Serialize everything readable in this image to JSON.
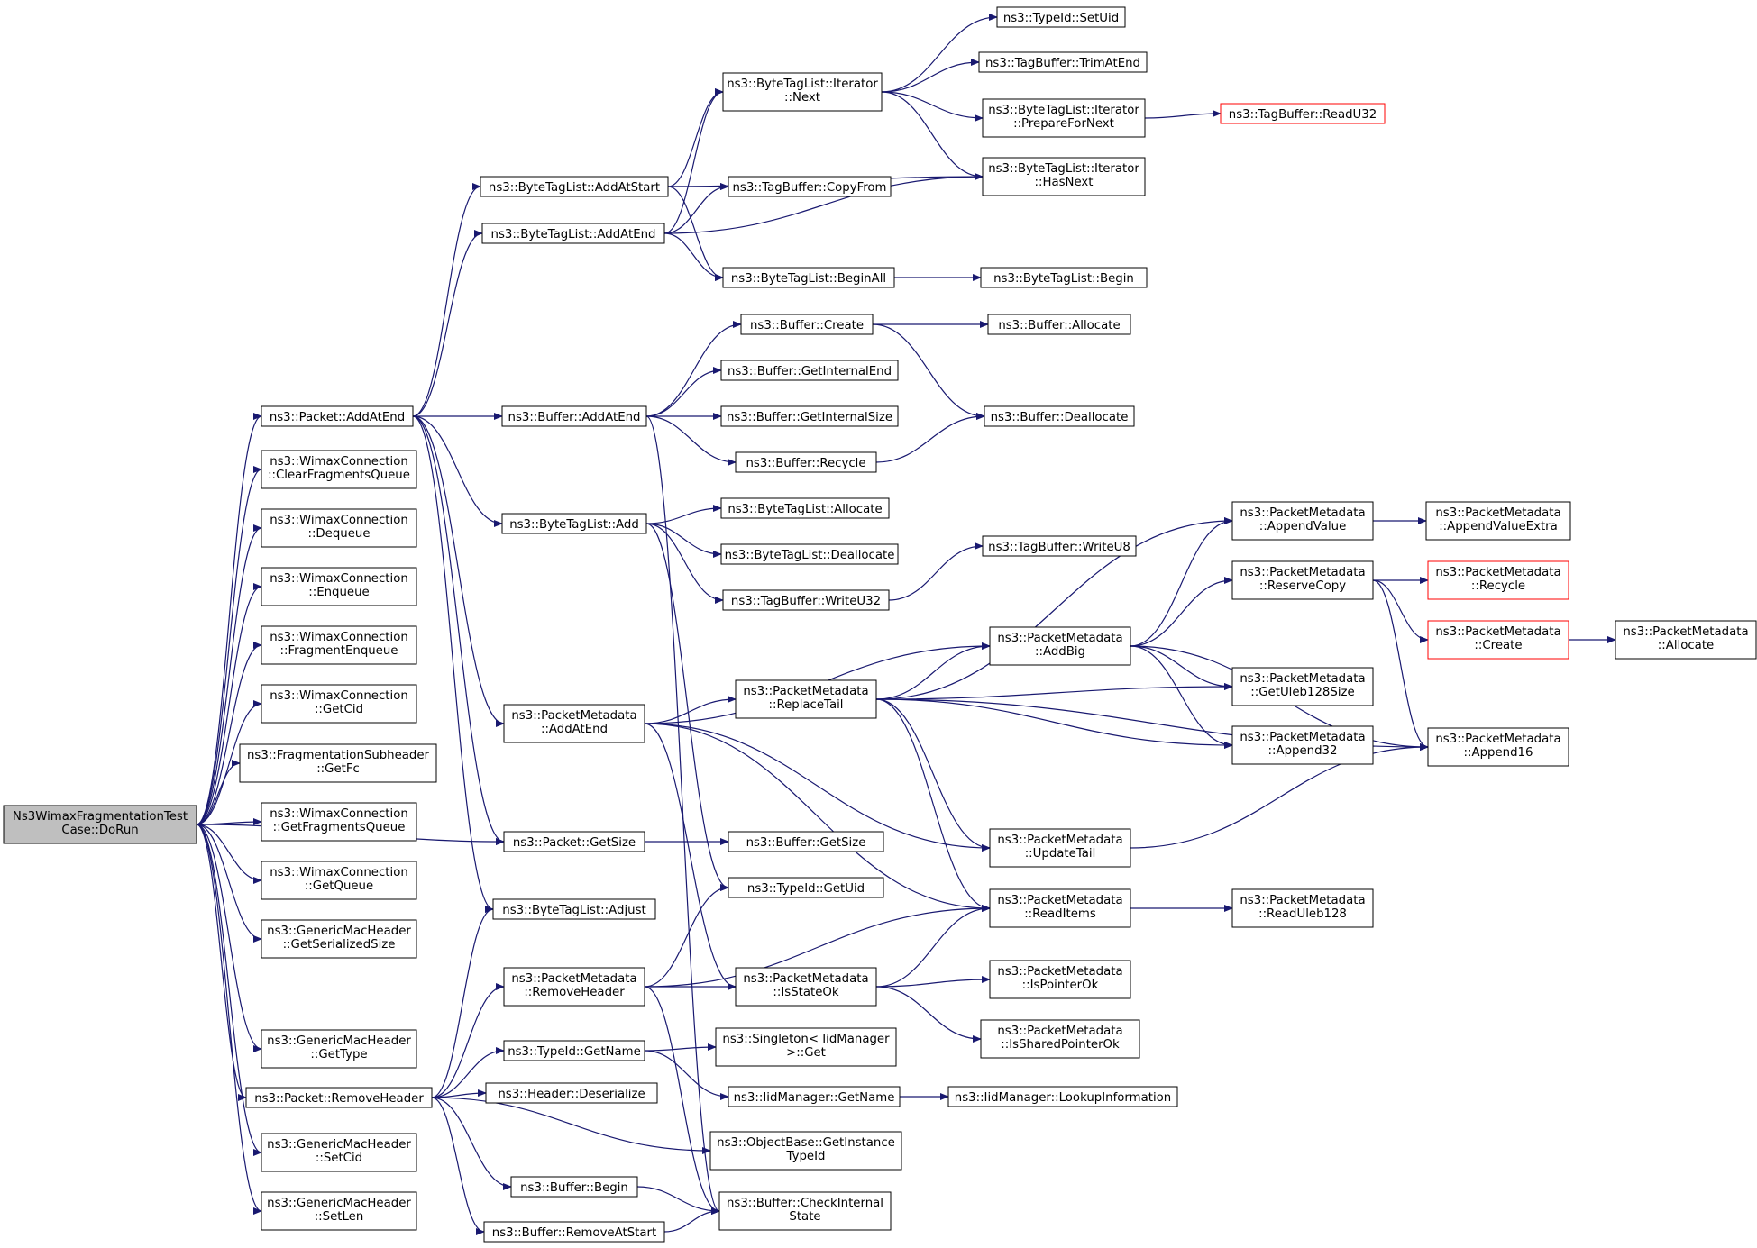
{
  "colors": {
    "edge": "#191970",
    "node_border": "#000000",
    "node_fill": "#ffffff",
    "root_fill": "#bfbfbf",
    "truncated_border": "#ff0000"
  },
  "nodes": [
    {
      "id": "root",
      "lines": [
        "Ns3WimaxFragmentationTest",
        "Case::DoRun"
      ],
      "root": true
    },
    {
      "id": "pkt_addatend",
      "lines": [
        "ns3::Packet::AddAtEnd"
      ]
    },
    {
      "id": "wc_clearfrag",
      "lines": [
        "ns3::WimaxConnection",
        "::ClearFragmentsQueue"
      ]
    },
    {
      "id": "wc_dequeue",
      "lines": [
        "ns3::WimaxConnection",
        "::Dequeue"
      ]
    },
    {
      "id": "wc_enqueue",
      "lines": [
        "ns3::WimaxConnection",
        "::Enqueue"
      ]
    },
    {
      "id": "wc_fragenqueue",
      "lines": [
        "ns3::WimaxConnection",
        "::FragmentEnqueue"
      ]
    },
    {
      "id": "wc_getcid",
      "lines": [
        "ns3::WimaxConnection",
        "::GetCid"
      ]
    },
    {
      "id": "fsh_getfc",
      "lines": [
        "ns3::FragmentationSubheader",
        "::GetFc"
      ]
    },
    {
      "id": "wc_getfragq",
      "lines": [
        "ns3::WimaxConnection",
        "::GetFragmentsQueue"
      ]
    },
    {
      "id": "wc_getqueue",
      "lines": [
        "ns3::WimaxConnection",
        "::GetQueue"
      ]
    },
    {
      "id": "gmh_getsersize",
      "lines": [
        "ns3::GenericMacHeader",
        "::GetSerializedSize"
      ]
    },
    {
      "id": "gmh_gettype",
      "lines": [
        "ns3::GenericMacHeader",
        "::GetType"
      ]
    },
    {
      "id": "pkt_removeheader",
      "lines": [
        "ns3::Packet::RemoveHeader"
      ]
    },
    {
      "id": "gmh_setcid",
      "lines": [
        "ns3::GenericMacHeader",
        "::SetCid"
      ]
    },
    {
      "id": "gmh_setlen",
      "lines": [
        "ns3::GenericMacHeader",
        "::SetLen"
      ]
    },
    {
      "id": "btl_addatstart",
      "lines": [
        "ns3::ByteTagList::AddAtStart"
      ]
    },
    {
      "id": "btl_addatend",
      "lines": [
        "ns3::ByteTagList::AddAtEnd"
      ]
    },
    {
      "id": "buf_addatend",
      "lines": [
        "ns3::Buffer::AddAtEnd"
      ]
    },
    {
      "id": "btl_add",
      "lines": [
        "ns3::ByteTagList::Add"
      ]
    },
    {
      "id": "pm_addatend",
      "lines": [
        "ns3::PacketMetadata",
        "::AddAtEnd"
      ]
    },
    {
      "id": "pkt_getsize",
      "lines": [
        "ns3::Packet::GetSize"
      ]
    },
    {
      "id": "btl_adjust",
      "lines": [
        "ns3::ByteTagList::Adjust"
      ]
    },
    {
      "id": "pm_removeheader",
      "lines": [
        "ns3::PacketMetadata",
        "::RemoveHeader"
      ]
    },
    {
      "id": "tid_getname",
      "lines": [
        "ns3::TypeId::GetName"
      ]
    },
    {
      "id": "hdr_deserialize",
      "lines": [
        "ns3::Header::Deserialize"
      ]
    },
    {
      "id": "buf_begin",
      "lines": [
        "ns3::Buffer::Begin"
      ]
    },
    {
      "id": "buf_removeatstart",
      "lines": [
        "ns3::Buffer::RemoveAtStart"
      ]
    },
    {
      "id": "btli_next",
      "lines": [
        "ns3::ByteTagList::Iterator",
        "::Next"
      ]
    },
    {
      "id": "tb_copyfrom",
      "lines": [
        "ns3::TagBuffer::CopyFrom"
      ]
    },
    {
      "id": "btl_beginall",
      "lines": [
        "ns3::ByteTagList::BeginAll"
      ]
    },
    {
      "id": "buf_create",
      "lines": [
        "ns3::Buffer::Create"
      ]
    },
    {
      "id": "buf_getinternalend",
      "lines": [
        "ns3::Buffer::GetInternalEnd"
      ]
    },
    {
      "id": "buf_getinternalsize",
      "lines": [
        "ns3::Buffer::GetInternalSize"
      ]
    },
    {
      "id": "buf_recycle",
      "lines": [
        "ns3::Buffer::Recycle"
      ]
    },
    {
      "id": "btl_allocate",
      "lines": [
        "ns3::ByteTagList::Allocate"
      ]
    },
    {
      "id": "btl_deallocate",
      "lines": [
        "ns3::ByteTagList::Deallocate"
      ]
    },
    {
      "id": "tb_writeu32",
      "lines": [
        "ns3::TagBuffer::WriteU32"
      ]
    },
    {
      "id": "pm_replacetail",
      "lines": [
        "ns3::PacketMetadata",
        "::ReplaceTail"
      ]
    },
    {
      "id": "buf_getsize",
      "lines": [
        "ns3::Buffer::GetSize"
      ]
    },
    {
      "id": "tid_getuid",
      "lines": [
        "ns3::TypeId::GetUid"
      ]
    },
    {
      "id": "pm_isstateok",
      "lines": [
        "ns3::PacketMetadata",
        "::IsStateOk"
      ]
    },
    {
      "id": "singleton_get",
      "lines": [
        "ns3::Singleton< IidManager",
        " >::Get"
      ]
    },
    {
      "id": "iid_getname",
      "lines": [
        "ns3::IidManager::GetName"
      ]
    },
    {
      "id": "ob_getinstancetypeid",
      "lines": [
        "ns3::ObjectBase::GetInstance",
        "TypeId"
      ]
    },
    {
      "id": "buf_checkinternalstate",
      "lines": [
        "ns3::Buffer::CheckInternal",
        "State"
      ]
    },
    {
      "id": "tid_setuid",
      "lines": [
        "ns3::TypeId::SetUid"
      ]
    },
    {
      "id": "tb_trimatend",
      "lines": [
        "ns3::TagBuffer::TrimAtEnd"
      ]
    },
    {
      "id": "btli_prepfornext",
      "lines": [
        "ns3::ByteTagList::Iterator",
        "::PrepareForNext"
      ]
    },
    {
      "id": "btli_hasnext",
      "lines": [
        "ns3::ByteTagList::Iterator",
        "::HasNext"
      ]
    },
    {
      "id": "btl_begin",
      "lines": [
        "ns3::ByteTagList::Begin"
      ]
    },
    {
      "id": "buf_allocate",
      "lines": [
        "ns3::Buffer::Allocate"
      ]
    },
    {
      "id": "buf_deallocate",
      "lines": [
        "ns3::Buffer::Deallocate"
      ]
    },
    {
      "id": "tb_writeu8",
      "lines": [
        "ns3::TagBuffer::WriteU8"
      ]
    },
    {
      "id": "pm_addbig",
      "lines": [
        "ns3::PacketMetadata",
        "::AddBig"
      ]
    },
    {
      "id": "pm_updatetail",
      "lines": [
        "ns3::PacketMetadata",
        "::UpdateTail"
      ]
    },
    {
      "id": "pm_readitems",
      "lines": [
        "ns3::PacketMetadata",
        "::ReadItems"
      ]
    },
    {
      "id": "pm_ispointerok",
      "lines": [
        "ns3::PacketMetadata",
        "::IsPointerOk"
      ]
    },
    {
      "id": "pm_issharedpointerok",
      "lines": [
        "ns3::PacketMetadata",
        "::IsSharedPointerOk"
      ]
    },
    {
      "id": "iid_lookupinfo",
      "lines": [
        "ns3::IidManager::LookupInformation"
      ]
    },
    {
      "id": "tb_readu32",
      "lines": [
        "ns3::TagBuffer::ReadU32"
      ],
      "truncated": true
    },
    {
      "id": "pm_appendvalue",
      "lines": [
        "ns3::PacketMetadata",
        "::AppendValue"
      ]
    },
    {
      "id": "pm_reservecopy",
      "lines": [
        "ns3::PacketMetadata",
        "::ReserveCopy"
      ]
    },
    {
      "id": "pm_getuleb128size",
      "lines": [
        "ns3::PacketMetadata",
        "::GetUleb128Size"
      ]
    },
    {
      "id": "pm_append32",
      "lines": [
        "ns3::PacketMetadata",
        "::Append32"
      ]
    },
    {
      "id": "pm_readuleb128",
      "lines": [
        "ns3::PacketMetadata",
        "::ReadUleb128"
      ]
    },
    {
      "id": "pm_appendvalueextra",
      "lines": [
        "ns3::PacketMetadata",
        "::AppendValueExtra"
      ]
    },
    {
      "id": "pm_recycle",
      "lines": [
        "ns3::PacketMetadata",
        "::Recycle"
      ],
      "truncated": true
    },
    {
      "id": "pm_create",
      "lines": [
        "ns3::PacketMetadata",
        "::Create"
      ],
      "truncated": true
    },
    {
      "id": "pm_append16",
      "lines": [
        "ns3::PacketMetadata",
        "::Append16"
      ]
    },
    {
      "id": "pm_allocate",
      "lines": [
        "ns3::PacketMetadata",
        "::Allocate"
      ]
    }
  ],
  "edges": [
    [
      "root",
      "pkt_addatend"
    ],
    [
      "root",
      "wc_clearfrag"
    ],
    [
      "root",
      "wc_dequeue"
    ],
    [
      "root",
      "wc_enqueue"
    ],
    [
      "root",
      "wc_fragenqueue"
    ],
    [
      "root",
      "wc_getcid"
    ],
    [
      "root",
      "fsh_getfc"
    ],
    [
      "root",
      "wc_getfragq"
    ],
    [
      "root",
      "wc_getqueue"
    ],
    [
      "root",
      "gmh_getsersize"
    ],
    [
      "root",
      "pkt_getsize"
    ],
    [
      "root",
      "gmh_gettype"
    ],
    [
      "root",
      "pkt_removeheader"
    ],
    [
      "root",
      "gmh_setcid"
    ],
    [
      "root",
      "gmh_setlen"
    ],
    [
      "pkt_addatend",
      "btl_addatstart"
    ],
    [
      "pkt_addatend",
      "btl_addatend"
    ],
    [
      "pkt_addatend",
      "buf_addatend"
    ],
    [
      "pkt_addatend",
      "btl_add"
    ],
    [
      "pkt_addatend",
      "pm_addatend"
    ],
    [
      "pkt_addatend",
      "pkt_getsize"
    ],
    [
      "pkt_addatend",
      "btl_adjust"
    ],
    [
      "btl_addatstart",
      "btli_next"
    ],
    [
      "btl_addatstart",
      "tb_copyfrom"
    ],
    [
      "btl_addatstart",
      "btli_hasnext"
    ],
    [
      "btl_addatstart",
      "btl_beginall"
    ],
    [
      "btl_addatend",
      "btli_next"
    ],
    [
      "btl_addatend",
      "tb_copyfrom"
    ],
    [
      "btl_addatend",
      "btli_hasnext"
    ],
    [
      "btl_addatend",
      "btl_beginall"
    ],
    [
      "btli_next",
      "tid_setuid"
    ],
    [
      "btli_next",
      "tb_trimatend"
    ],
    [
      "btli_next",
      "btli_prepfornext"
    ],
    [
      "btli_next",
      "btli_hasnext"
    ],
    [
      "btli_prepfornext",
      "tb_readu32"
    ],
    [
      "btl_beginall",
      "btl_begin"
    ],
    [
      "buf_addatend",
      "buf_create"
    ],
    [
      "buf_addatend",
      "buf_getinternalend"
    ],
    [
      "buf_addatend",
      "buf_getinternalsize"
    ],
    [
      "buf_addatend",
      "buf_recycle"
    ],
    [
      "buf_addatend",
      "buf_checkinternalstate"
    ],
    [
      "buf_create",
      "buf_allocate"
    ],
    [
      "buf_create",
      "buf_deallocate"
    ],
    [
      "buf_recycle",
      "buf_deallocate"
    ],
    [
      "btl_add",
      "btl_allocate"
    ],
    [
      "btl_add",
      "btl_deallocate"
    ],
    [
      "btl_add",
      "tb_writeu32"
    ],
    [
      "btl_add",
      "tid_getuid"
    ],
    [
      "tb_writeu32",
      "tb_writeu8"
    ],
    [
      "pm_addatend",
      "pm_addbig"
    ],
    [
      "pm_addatend",
      "pm_replacetail"
    ],
    [
      "pm_addatend",
      "pm_updatetail"
    ],
    [
      "pm_addatend",
      "pm_readitems"
    ],
    [
      "pm_addatend",
      "pm_isstateok"
    ],
    [
      "pm_replacetail",
      "pm_addbig"
    ],
    [
      "pm_replacetail",
      "pm_appendvalue"
    ],
    [
      "pm_replacetail",
      "pm_getuleb128size"
    ],
    [
      "pm_replacetail",
      "pm_append32"
    ],
    [
      "pm_replacetail",
      "pm_append16"
    ],
    [
      "pm_replacetail",
      "pm_updatetail"
    ],
    [
      "pm_replacetail",
      "pm_readitems"
    ],
    [
      "pm_addbig",
      "pm_appendvalue"
    ],
    [
      "pm_addbig",
      "pm_reservecopy"
    ],
    [
      "pm_addbig",
      "pm_getuleb128size"
    ],
    [
      "pm_addbig",
      "pm_append32"
    ],
    [
      "pm_addbig",
      "pm_append16"
    ],
    [
      "pm_appendvalue",
      "pm_appendvalueextra"
    ],
    [
      "pm_reservecopy",
      "pm_recycle"
    ],
    [
      "pm_reservecopy",
      "pm_create"
    ],
    [
      "pm_reservecopy",
      "pm_append16"
    ],
    [
      "pm_create",
      "pm_allocate"
    ],
    [
      "pm_updatetail",
      "pm_append16"
    ],
    [
      "pm_readitems",
      "pm_readuleb128"
    ],
    [
      "pm_isstateok",
      "pm_readitems"
    ],
    [
      "pm_isstateok",
      "pm_ispointerok"
    ],
    [
      "pm_isstateok",
      "pm_issharedpointerok"
    ],
    [
      "pkt_getsize",
      "buf_getsize"
    ],
    [
      "pkt_removeheader",
      "pm_removeheader"
    ],
    [
      "pkt_removeheader",
      "tid_getname"
    ],
    [
      "pkt_removeheader",
      "hdr_deserialize"
    ],
    [
      "pkt_removeheader",
      "ob_getinstancetypeid"
    ],
    [
      "pkt_removeheader",
      "buf_begin"
    ],
    [
      "pkt_removeheader",
      "buf_removeatstart"
    ],
    [
      "pkt_removeheader",
      "btl_adjust"
    ],
    [
      "pm_removeheader",
      "tid_getuid"
    ],
    [
      "pm_removeheader",
      "pm_readitems"
    ],
    [
      "pm_removeheader",
      "pm_isstateok"
    ],
    [
      "pm_removeheader",
      "buf_checkinternalstate"
    ],
    [
      "tid_getname",
      "singleton_get"
    ],
    [
      "tid_getname",
      "iid_getname"
    ],
    [
      "iid_getname",
      "iid_lookupinfo"
    ],
    [
      "buf_begin",
      "buf_checkinternalstate"
    ],
    [
      "buf_removeatstart",
      "buf_checkinternalstate"
    ]
  ]
}
